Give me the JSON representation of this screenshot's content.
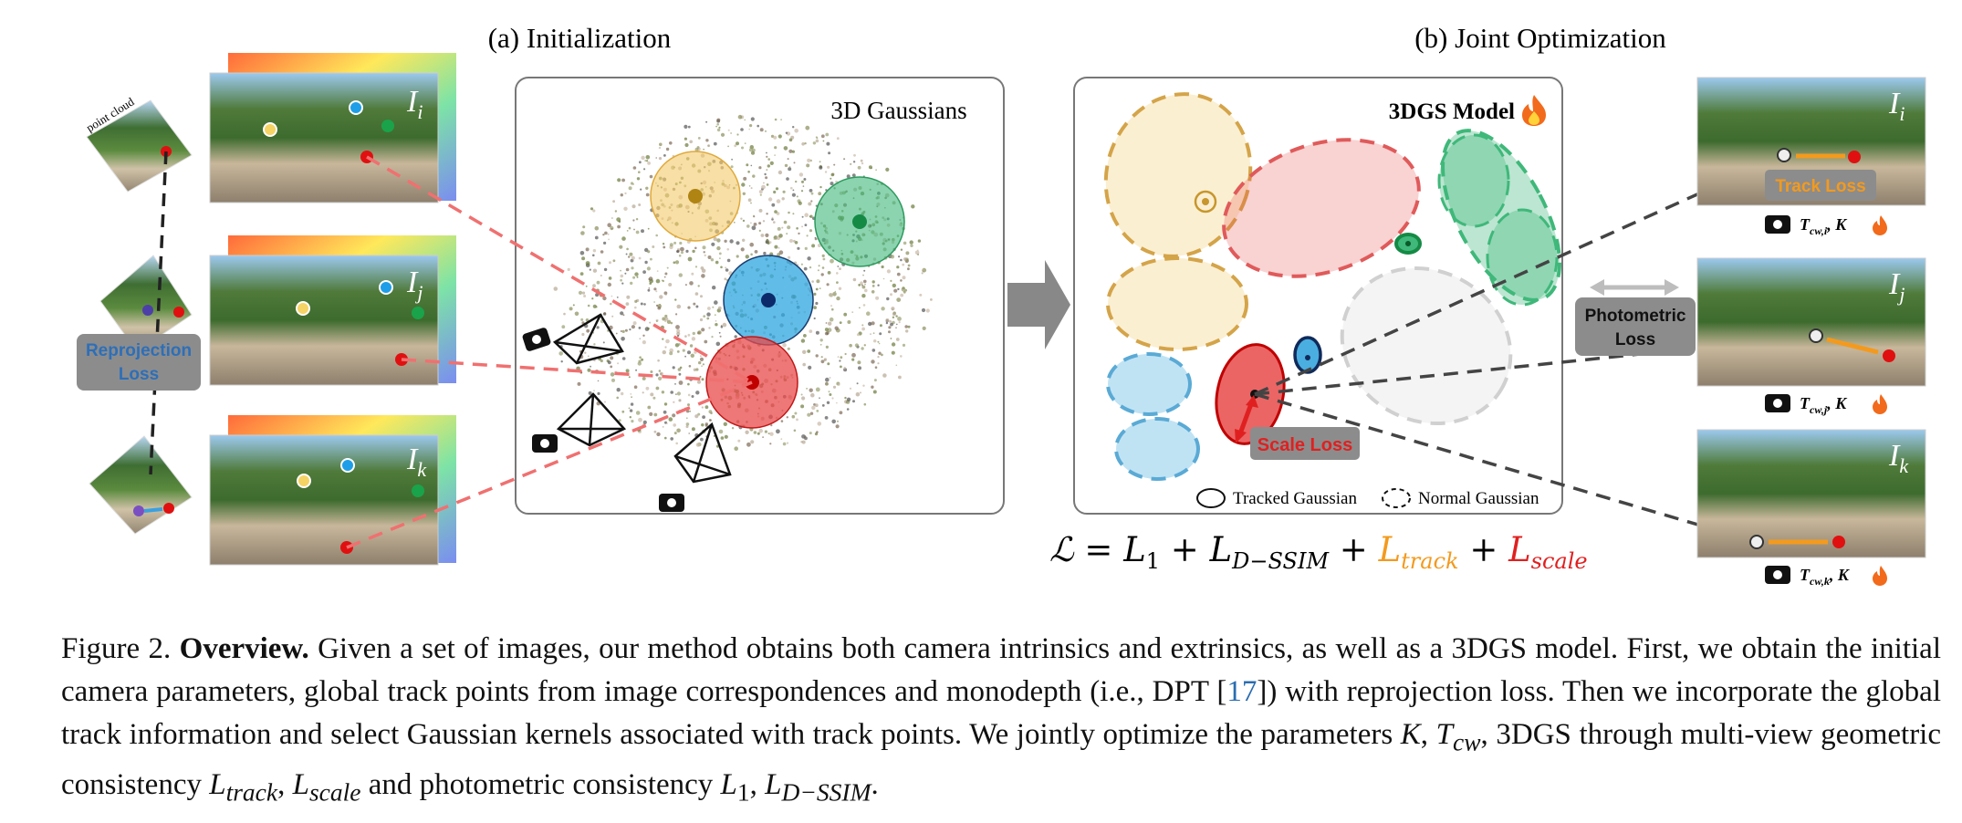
{
  "panel_a": {
    "title": "(a) Initialization",
    "box_label": "3D Gaussians",
    "point_cloud_label": "point cloud",
    "reprojection_loss": [
      "Reprojection",
      "Loss"
    ],
    "images": [
      {
        "label": "I",
        "sub": "i"
      },
      {
        "label": "I",
        "sub": "j"
      },
      {
        "label": "I",
        "sub": "k"
      }
    ]
  },
  "panel_b": {
    "title": "(b) Joint Optimization",
    "model_label": "3DGS Model",
    "fire_icon": "fire-icon",
    "scale_loss": "Scale Loss",
    "track_loss": "Track Loss",
    "photometric_loss": [
      "Photometric",
      "Loss"
    ],
    "legend": {
      "tracked": "Tracked Gaussian",
      "normal": "Normal Gaussian"
    },
    "cams": [
      {
        "label": "I",
        "sub": "i",
        "pose": "T",
        "pose_sub": "cw,i",
        "k": ", K"
      },
      {
        "label": "I",
        "sub": "j",
        "pose": "T",
        "pose_sub": "cw,j",
        "k": ", K"
      },
      {
        "label": "I",
        "sub": "k",
        "pose": "T",
        "pose_sub": "cw,k",
        "k": ", K"
      }
    ]
  },
  "equation": {
    "lhs": "ℒ = ",
    "l1": "L",
    "l1_sub": "1",
    "plus": " + ",
    "lssim": "L",
    "lssim_sub": "D−SSIM",
    "ltrack": "L",
    "ltrack_sub": "track",
    "lscale": "L",
    "lscale_sub": "scale"
  },
  "caption": {
    "fig_label": "Figure 2.",
    "bold": "Overview.",
    "s1": "Given a set of images, our method obtains both camera intrinsics and extrinsics, as well as a 3DGS model. First, we obtain the initial camera parameters, global track points from image correspondences and monodepth (i.e., DPT [",
    "cite": "17",
    "s2": "]) with reprojection loss. Then we incorporate the global track information and select Gaussian kernels associated with track points. We jointly optimize the parameters ",
    "k": "K",
    "comma1": ", ",
    "tcw": "T",
    "tcw_sub": "cw",
    "s3": ", 3DGS through multi-view geometric consistency ",
    "ltrack": "L",
    "ltrack_sub": "track",
    "comma2": ", ",
    "lscale": "L",
    "lscale_sub": "scale",
    "s4": " and photometric consistency ",
    "l1": "L",
    "l1_sub": "1",
    "comma3": ", ",
    "lssim": "L",
    "lssim_sub": "D−SSIM",
    "end": "."
  },
  "colors": {
    "yellow": "#f2c96b",
    "green": "#3fb87a",
    "blue": "#4aaee0",
    "red": "#e84a4a",
    "orange": "#f39a1e",
    "eq_red": "#e02020",
    "grey_box": "#8c8c8c"
  }
}
